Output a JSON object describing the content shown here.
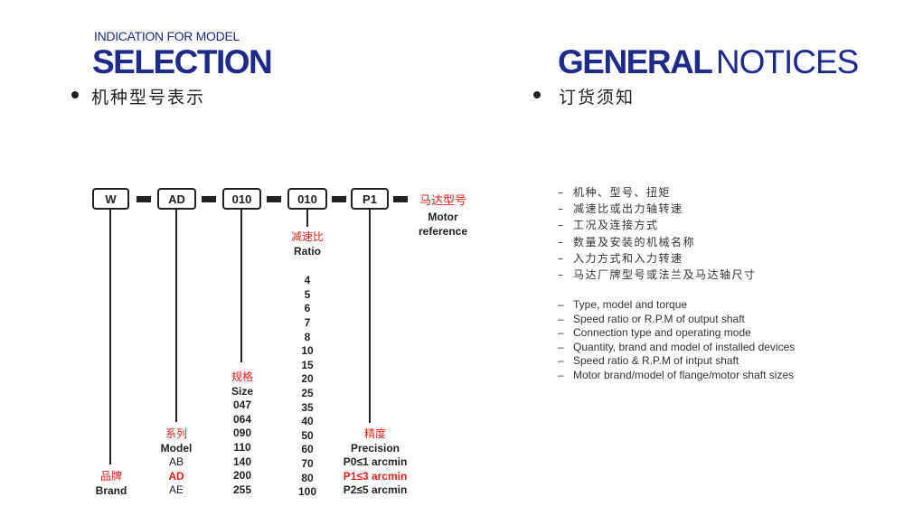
{
  "left_header": {
    "kicker": "INDICATION FOR MODEL",
    "title": "SELECTION",
    "subtitle_cn": "机种型号表示"
  },
  "right_header": {
    "title_bold": "GENERAL",
    "title_light": "NOTICES",
    "subtitle_cn": "订货须知"
  },
  "model_code": {
    "boxes": [
      "W",
      "AD",
      "010",
      "010",
      "P1"
    ],
    "motor_ref": {
      "cn": "马达型号",
      "en": "Motor reference"
    }
  },
  "columns": {
    "brand": {
      "cn": "品牌",
      "en": "Brand"
    },
    "model": {
      "cn": "系列",
      "en": "Model",
      "values": [
        "AB",
        "AD",
        "AE"
      ],
      "highlight": "AD"
    },
    "size": {
      "cn": "规格",
      "en": "Size",
      "values": [
        "047",
        "064",
        "090",
        "110",
        "140",
        "200",
        "255"
      ]
    },
    "ratio": {
      "cn": "减速比",
      "en": "Ratio",
      "values": [
        "4",
        "5",
        "6",
        "7",
        "8",
        "10",
        "15",
        "20",
        "25",
        "35",
        "40",
        "50",
        "60",
        "70",
        "80",
        "100"
      ]
    },
    "precision": {
      "cn": "精度",
      "en": "Precision",
      "values": [
        "P0≤1 arcmin",
        "P1≤3 arcmin",
        "P2≤5 arcmin"
      ],
      "highlight": "P1≤3 arcmin"
    }
  },
  "notices": {
    "cn": [
      "机种、型号、扭矩",
      "减速比或出力轴转速",
      "工况及连接方式",
      "数量及安装的机械名称",
      "入力方式和入力转速",
      "马达厂牌型号或法兰及马达轴尺寸"
    ],
    "en": [
      "Type, model and torque",
      "Speed ratio or  R.P.M of output shaft",
      "Connection  type and operating mode",
      "Quantity, brand and model of installed devices",
      "Speed ratio & R.P.M of intput shaft",
      "Motor brand/model of flange/motor shaft sizes"
    ]
  },
  "colors": {
    "navy": "#1f2b8a",
    "red": "#e2231a",
    "ink": "#222222"
  }
}
